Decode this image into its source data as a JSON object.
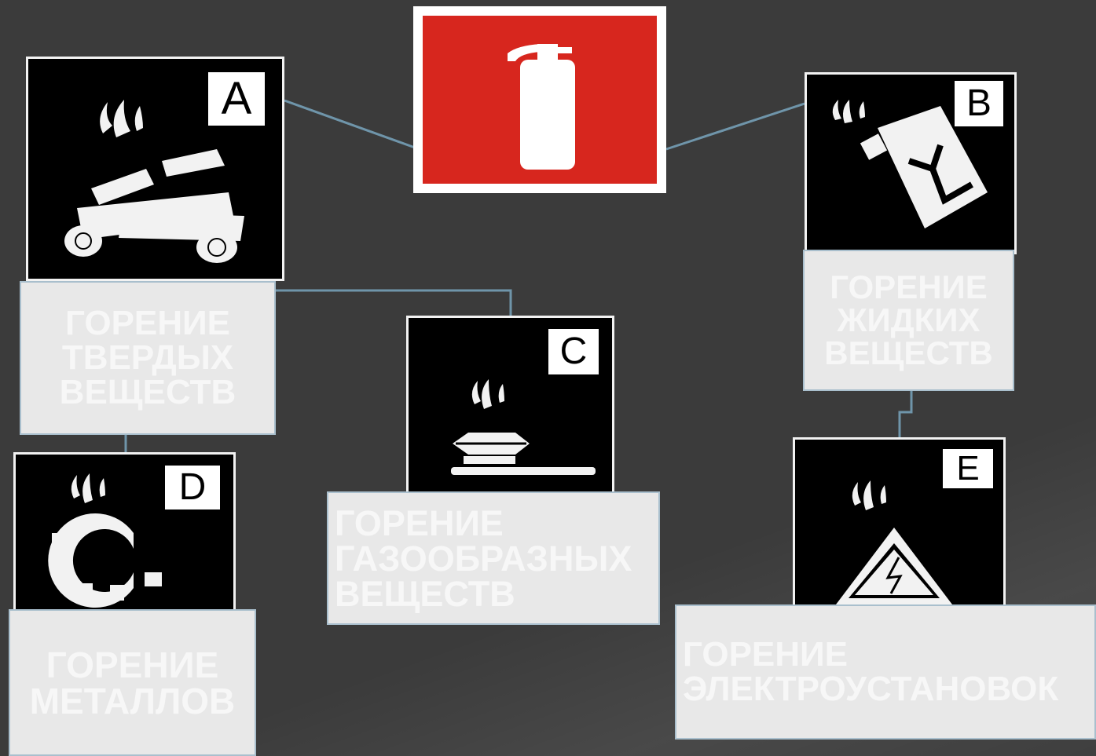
{
  "center_sign": {
    "icon": "fire-extinguisher-icon",
    "color": "#d7261e"
  },
  "classes": [
    {
      "letter": "A",
      "icon": "burning-logs-icon",
      "label": [
        "ГОРЕНИЕ",
        "ТВЕРДЫХ",
        "ВЕЩЕСТВ"
      ]
    },
    {
      "letter": "B",
      "icon": "fuel-canister-icon",
      "label": [
        "ГОРЕНИЕ",
        "ЖИДКИХ",
        "ВЕЩЕСТВ"
      ]
    },
    {
      "letter": "C",
      "icon": "gas-burner-icon",
      "label": [
        "ГОРЕНИЕ",
        "ГАЗООБРАЗНЫХ",
        "ВЕЩЕСТВ"
      ]
    },
    {
      "letter": "D",
      "icon": "metal-gear-icon",
      "label": [
        "ГОРЕНИЕ",
        "МЕТАЛЛОВ"
      ]
    },
    {
      "letter": "E",
      "icon": "high-voltage-icon",
      "label": [
        "ГОРЕНИЕ",
        "ЭЛЕКТРОУСТАНОВОК"
      ]
    }
  ],
  "colors": {
    "background": "#3b3b3b",
    "connector": "#6f95aa",
    "label_fill": "#e8e8e8"
  }
}
